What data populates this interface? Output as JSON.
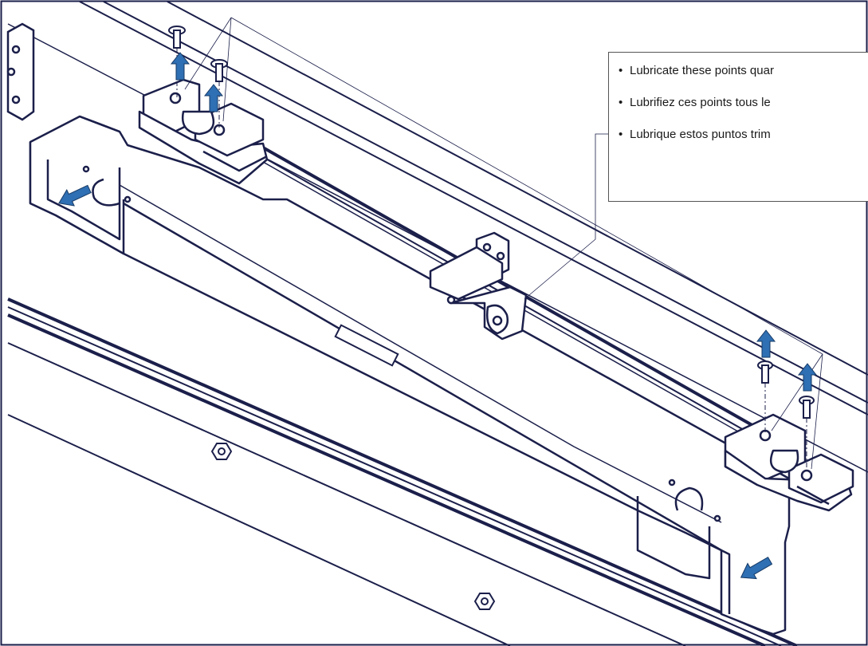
{
  "callout": {
    "lines": [
      "Lubricate these points quar",
      "Lubrifiez ces points tous le",
      "Lubrique estos puntos trim"
    ]
  },
  "colors": {
    "line": "#1b1f4a",
    "arrow": "#2f6fb3",
    "arrow_edge": "#163a66"
  },
  "icons": {
    "up_arrow": "up-arrow-icon",
    "diagonal_arrow": "down-left-arrow-icon"
  }
}
